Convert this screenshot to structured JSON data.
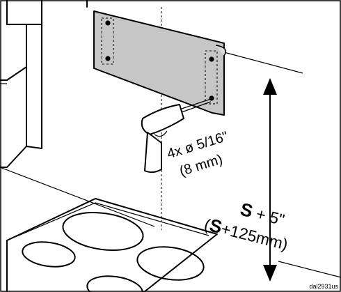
{
  "drill_label_line1": "4x ø 5/16\"",
  "drill_label_line2": "(8 mm)",
  "height_label_line1_bold": "S",
  "height_label_line1_rest": " + 5\"",
  "height_label_line2_open": "(",
  "height_label_line2_bold": "S",
  "height_label_line2_rest": "+125mm)",
  "figure_code": "dal2931us"
}
